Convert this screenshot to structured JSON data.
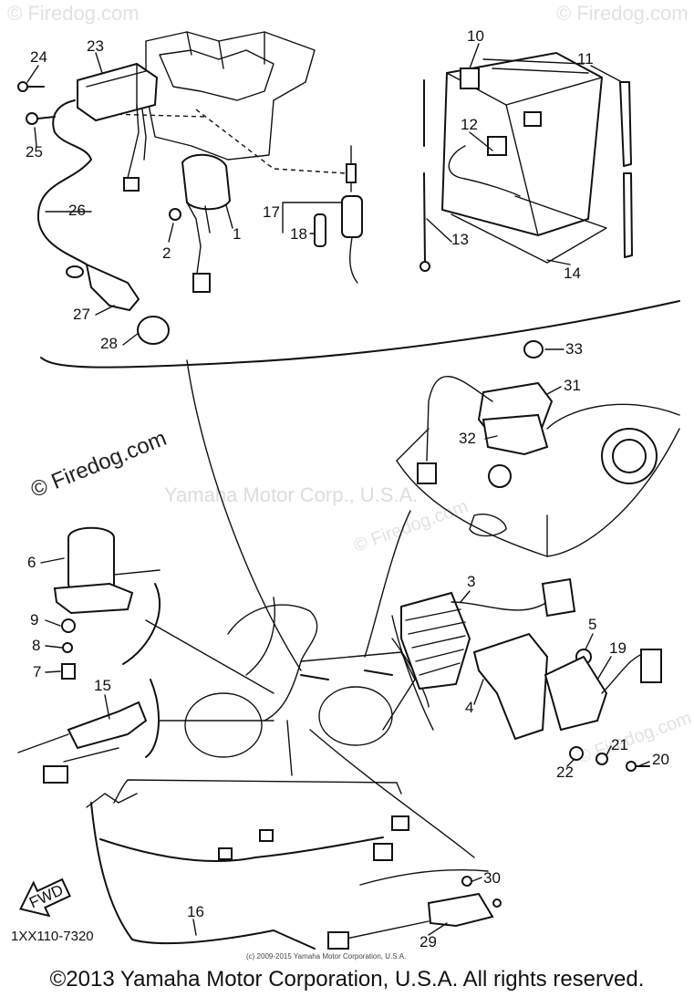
{
  "watermarks": {
    "site": "© Firedog.com",
    "center": "Yamaha Motor Corp., U.S.A."
  },
  "part_code": "1XX110-7320",
  "small_copyright": "(c) 2009-2015 Yamaha Motor Corporation, U.S.A.",
  "copyright": "©2013 Yamaha Motor Corporation, U.S.A. All rights reserved.",
  "fwd_label": "FWD",
  "callouts": {
    "c1": "1",
    "c2": "2",
    "c3": "3",
    "c4": "4",
    "c5": "5",
    "c6": "6",
    "c7": "7",
    "c8": "8",
    "c9": "9",
    "c10": "10",
    "c11": "11",
    "c12": "12",
    "c13": "13",
    "c14": "14",
    "c15": "15",
    "c16": "16",
    "c17": "17",
    "c18": "18",
    "c19": "19",
    "c20": "20",
    "c21": "21",
    "c22": "22",
    "c23": "23",
    "c24": "24",
    "c25": "25",
    "c26": "26",
    "c27": "27",
    "c28": "28",
    "c29": "29",
    "c30": "30",
    "c31": "31",
    "c32": "32",
    "c33": "33"
  }
}
